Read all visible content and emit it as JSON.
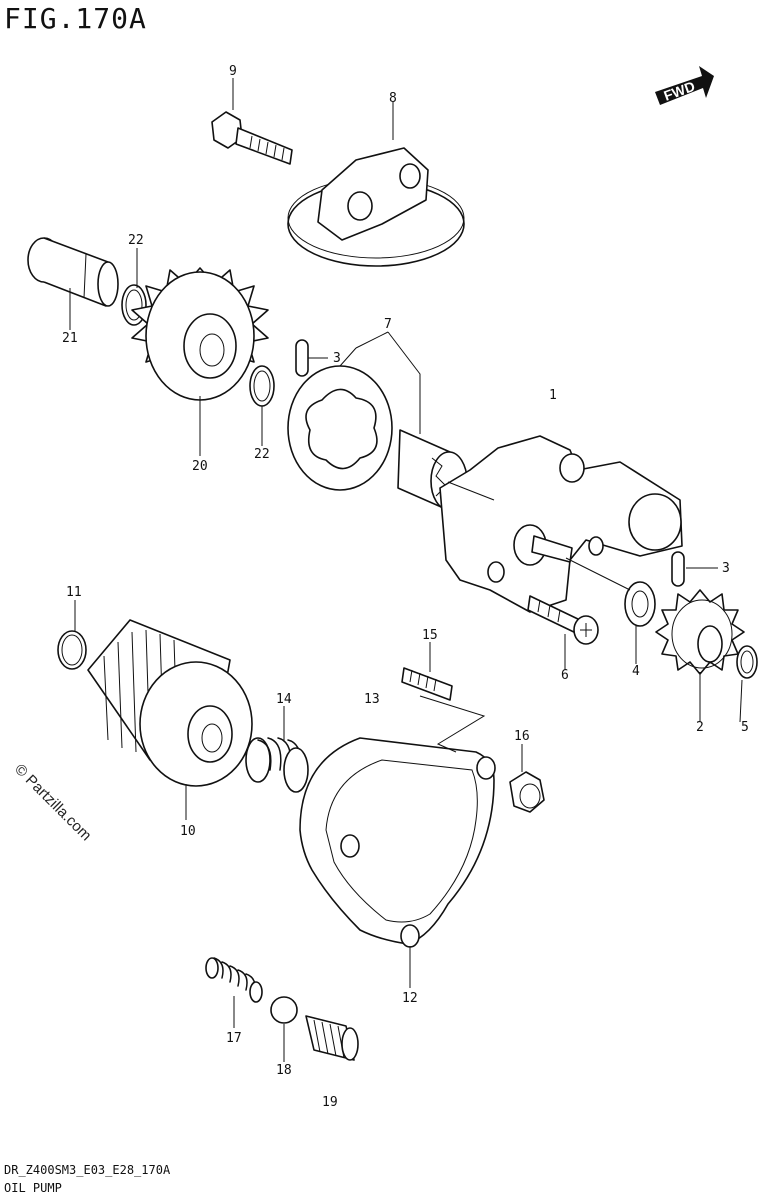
{
  "figure": {
    "title": "FIG.170A",
    "model_code": "DR_Z400SM3_E03_E28_170A",
    "section": "OIL PUMP",
    "watermark": "© Partzilla.com",
    "direction_label": "FWD"
  },
  "callouts": [
    {
      "number": "1"
    },
    {
      "number": "2"
    },
    {
      "number": "3"
    },
    {
      "number": "3"
    },
    {
      "number": "4"
    },
    {
      "number": "5"
    },
    {
      "number": "6"
    },
    {
      "number": "7"
    },
    {
      "number": "8"
    },
    {
      "number": "9"
    },
    {
      "number": "10"
    },
    {
      "number": "11"
    },
    {
      "number": "12"
    },
    {
      "number": "13"
    },
    {
      "number": "14"
    },
    {
      "number": "15"
    },
    {
      "number": "16"
    },
    {
      "number": "17"
    },
    {
      "number": "18"
    },
    {
      "number": "19"
    },
    {
      "number": "20"
    },
    {
      "number": "21"
    },
    {
      "number": "22"
    },
    {
      "number": "22"
    }
  ]
}
